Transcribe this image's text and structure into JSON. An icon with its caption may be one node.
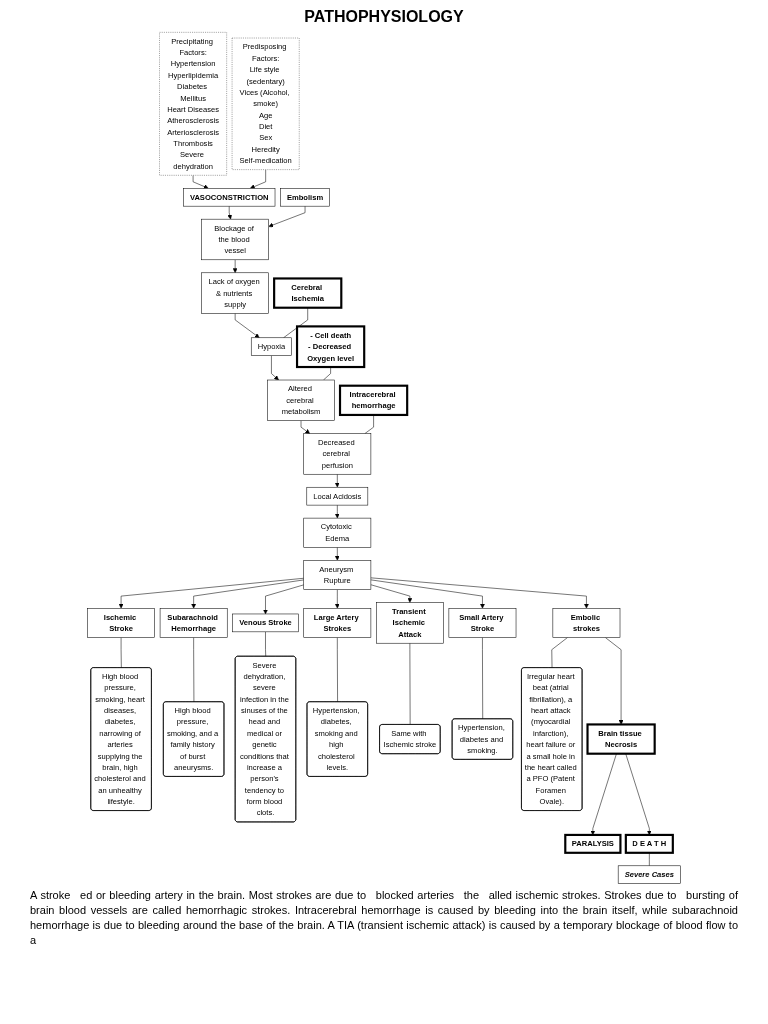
{
  "diagram": {
    "title": "PATHOPHYSIOLOGY",
    "nodes": [
      {
        "text": [
          "Precipitating Factors:",
          "Hypertension",
          "Hyperlipidemia",
          "Diabetes Mellitus",
          "Heart Diseases",
          "Atherosclerosis",
          "Arteriosclerosis",
          "Thrombosis",
          "Severe dehydration"
        ]
      },
      {
        "text": [
          "VASOCONSTRICTION"
        ]
      },
      {
        "text": [
          "Predisposing Factors:",
          "Life style (sedentary)",
          "Vices (Alcohol, smoke)",
          "Age",
          "Diet",
          "Sex",
          "Heredity",
          "Self-medication"
        ]
      },
      {
        "text": [
          "Blockage of the blood vessel"
        ]
      },
      {
        "text": [
          "Embolism"
        ]
      },
      {
        "text": [
          "Lack of oxygen & nutrients supply"
        ]
      },
      {
        "text": [
          "Cerebral Ischemia"
        ]
      },
      {
        "text": [
          "Hypoxia"
        ]
      },
      {
        "text": [
          "- Cell death",
          "- Decreased Oxygen level"
        ]
      },
      {
        "text": [
          "Altered cerebral metabolism"
        ]
      },
      {
        "text": [
          "Intracerebral hemorrhage"
        ]
      },
      {
        "text": [
          "Decreased cerebral perfusion"
        ]
      },
      {
        "text": [
          "Local Acidosis"
        ]
      },
      {
        "text": [
          "Cytotoxic Edema"
        ]
      },
      {
        "text": [
          "Aneurysm Rupture"
        ]
      },
      {
        "text": [
          "PARALYSIS"
        ]
      },
      {
        "text": [
          "Ischemic Stroke"
        ]
      },
      {
        "text": [
          "High blood pressure, smoking, heart diseases, diabetes, narrowing of arteries supplying the brain, high cholesterol and an unhealthy lifestyle."
        ]
      },
      {
        "text": [
          "Subarachnoid Hemorrhage"
        ]
      },
      {
        "text": [
          "High blood pressure, smoking, and a family history of burst aneurysms."
        ]
      },
      {
        "text": [
          "Venous Stroke"
        ]
      },
      {
        "text": [
          "Severe dehydration, severe infection in the sinuses of the head and medical or genetic conditions that increase a person's tendency to form blood clots."
        ]
      },
      {
        "text": [
          "Large Artery Strokes"
        ]
      },
      {
        "text": [
          "Hypertension, diabetes, smoking and high cholesterol levels."
        ]
      },
      {
        "text": [
          "Transient Ischemic Attack"
        ]
      },
      {
        "text": [
          "Same with Ischemic stroke"
        ]
      },
      {
        "text": [
          "Small Artery Stroke"
        ]
      },
      {
        "text": [
          "Hypertension, diabetes and smoking."
        ]
      },
      {
        "text": [
          "Embolic strokes"
        ]
      },
      {
        "text": [
          "Irregular heart beat (atrial fibrillation), a heart attack (myocardial infarction), heart failure or a small hole in the heart called a PFO (Patent Foramen Ovale)."
        ]
      },
      {
        "text": [
          "Brain tissue Necrosis"
        ]
      },
      {
        "text": [
          "D E A T H"
        ]
      },
      {
        "text": [
          "Severe Cases"
        ]
      }
    ],
    "edges": [
      {
        "from": 0,
        "to": 1,
        "arrow": "to"
      },
      {
        "from": 2,
        "to": 1,
        "arrow": "to"
      },
      {
        "from": 1,
        "to": 3,
        "arrow": "to"
      },
      {
        "from": 4,
        "to": 3,
        "arrow": "to"
      },
      {
        "from": 3,
        "to": 5,
        "arrow": "to"
      },
      {
        "from": 5,
        "to": 7,
        "arrow": "to"
      },
      {
        "from": 6,
        "to": 7,
        "arrow": "none"
      },
      {
        "from": 7,
        "to": 9,
        "arrow": "to"
      },
      {
        "from": 8,
        "to": 9,
        "arrow": "none"
      },
      {
        "from": 9,
        "to": 11,
        "arrow": "to"
      },
      {
        "from": 10,
        "to": 11,
        "arrow": "none"
      },
      {
        "from": 11,
        "to": 12,
        "arrow": "to"
      },
      {
        "from": 12,
        "to": 13,
        "arrow": "to"
      },
      {
        "from": 13,
        "to": 14,
        "arrow": "to"
      },
      {
        "from": 14,
        "to": 16,
        "arrow": "to"
      },
      {
        "from": 14,
        "to": 18,
        "arrow": "to"
      },
      {
        "from": 14,
        "to": 20,
        "arrow": "to"
      },
      {
        "from": 14,
        "to": 22,
        "arrow": "to"
      },
      {
        "from": 14,
        "to": 24,
        "arrow": "to"
      },
      {
        "from": 14,
        "to": 26,
        "arrow": "to"
      },
      {
        "from": 14,
        "to": 28,
        "arrow": "to"
      },
      {
        "from": 16,
        "to": 17,
        "arrow": "none"
      },
      {
        "from": 18,
        "to": 19,
        "arrow": "none"
      },
      {
        "from": 20,
        "to": 21,
        "arrow": "none"
      },
      {
        "from": 22,
        "to": 23,
        "arrow": "none"
      },
      {
        "from": 24,
        "to": 25,
        "arrow": "none"
      },
      {
        "from": 26,
        "to": 27,
        "arrow": "none"
      },
      {
        "from": 28,
        "to": 29,
        "arrow": "none"
      },
      {
        "from": 28,
        "to": 30,
        "arrow": "to"
      },
      {
        "from": 30,
        "to": 15,
        "arrow": "to"
      },
      {
        "from": 30,
        "to": 31,
        "arrow": "to"
      },
      {
        "from": 31,
        "to": 32,
        "arrow": "none"
      }
    ],
    "labels": [
      "A stroke",
      "ed or bleeding artery in the brain. Most strokes are due to",
      "blocked arteries",
      "the",
      "alled ischemic strokes. Strokes due to",
      "bursting of brain blood vessels are called hemorrhagic strokes. Intracerebral hemorrhage is caused by bleeding into the brain itself, while subarachnoid hemorrhage is due to bleeding around the base of the brain. A TIA (transient ischemic attack) is caused by a temporary blockage of blood flow to a"
    ]
  }
}
